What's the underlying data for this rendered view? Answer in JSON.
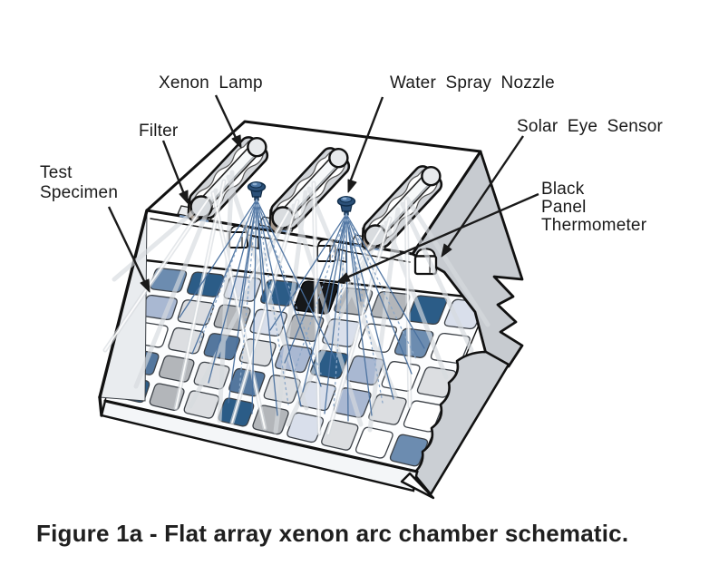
{
  "figure": {
    "caption": "Figure 1a - Flat array xenon arc chamber schematic.",
    "kind": "technical schematic illustration"
  },
  "labels": {
    "xenon_lamp": "Xenon Lamp",
    "water_spray_nozzle": "Water Spray Nozzle",
    "filter": "Filter",
    "solar_eye_sensor": "Solar Eye Sensor",
    "test_specimen_line1": "Test",
    "test_specimen_line2": "Specimen",
    "black_panel_line1": "Black",
    "black_panel_line2": "Panel",
    "black_panel_line3": "Thermometer"
  },
  "palette": {
    "outline": "#1a1a1a",
    "roof_fill": "#ffffff",
    "left_wall": "#e9ecef",
    "right_wall": "#c7cbd0",
    "skirt": "#cbcfd4",
    "lamp_housing": "#d2d5d9",
    "lamp_mount_tan": "#a5988d",
    "nozzle_blue": "#2b5078",
    "nozzle_cap_blue": "#4d77a5",
    "spray_blue": "#49709f",
    "spray_dotted_blue": "#8ca8c8",
    "beam_gray": "#d7dbdf",
    "filter_strip_blue": "#7e9cc0"
  },
  "specimen_grid": {
    "rows": 5,
    "cols": 9,
    "cell_colors": [
      [
        "MB",
        "DB",
        "LB",
        "DB",
        "K",
        "G",
        "G",
        "DB",
        "LB"
      ],
      [
        "PB",
        "LG",
        "G",
        "LB",
        "G",
        "LB",
        "W",
        "MB",
        "W"
      ],
      [
        "W",
        "LG",
        "SB",
        "LG",
        "PB",
        "DB",
        "PB",
        "W",
        "LG"
      ],
      [
        "SB",
        "G",
        "LG",
        "SB",
        "LG",
        "LB",
        "PB",
        "LG",
        "W"
      ],
      [
        "DB",
        "G",
        "LG",
        "DB",
        "G",
        "LB",
        "LG",
        "W",
        "MB"
      ]
    ],
    "color_legend": {
      "W": "#ffffff",
      "LG": "#dcdee1",
      "G": "#b3b6ba",
      "LB": "#d9dfeb",
      "PB": "#a9b8d2",
      "MB": "#6c8cb0",
      "SB": "#54779e",
      "DB": "#2b5c87",
      "K": "#16181a"
    },
    "black_panel_cell": {
      "row": 0,
      "col": 4
    }
  }
}
